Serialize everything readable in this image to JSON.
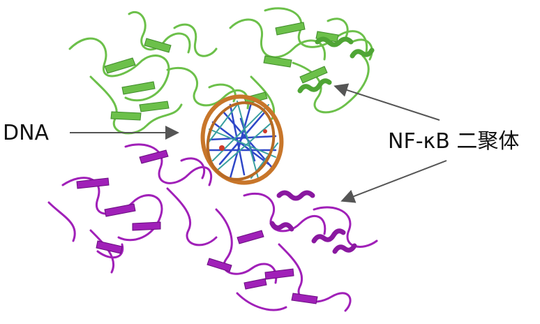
{
  "labels": {
    "dna": "DNA",
    "nfkb_dimer": "NF-κB 二聚体"
  },
  "colors": {
    "background": "#ffffff",
    "subunit_top": "#6cc04a",
    "subunit_top_dark": "#3f8c2a",
    "subunit_bottom": "#a020b8",
    "subunit_bottom_dark": "#6a0d80",
    "dna_backbone": "#c8762a",
    "dna_bases_blue": "#2f47c8",
    "dna_bases_teal": "#3aa0a0",
    "arrow": "#555555",
    "text": "#111111"
  },
  "icons": [
    "protein-ribbon-green",
    "protein-ribbon-purple",
    "dna-double-helix",
    "pointer-arrow"
  ]
}
